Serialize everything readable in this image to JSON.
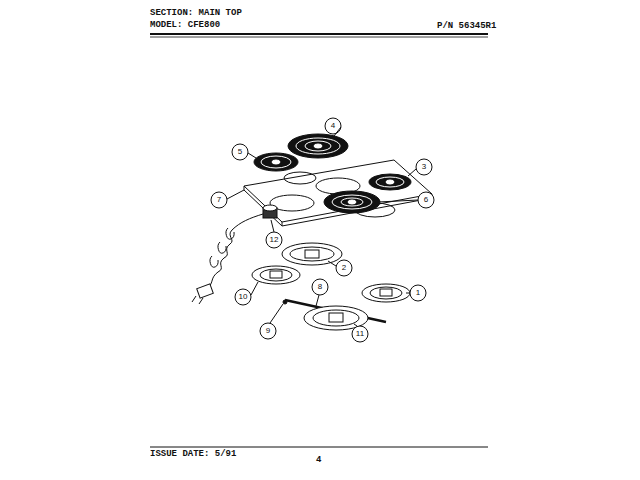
{
  "diagram": {
    "title": "SECTION: MAIN TOP",
    "labels": [
      "MODEL: CFE800",
      "P/N 56345R1",
      "4",
      "5",
      "3",
      "6",
      "7",
      "12",
      "2",
      "10",
      "8",
      "1",
      "9",
      "11",
      "ISSUE DATE: 5/91",
      "4"
    ]
  }
}
